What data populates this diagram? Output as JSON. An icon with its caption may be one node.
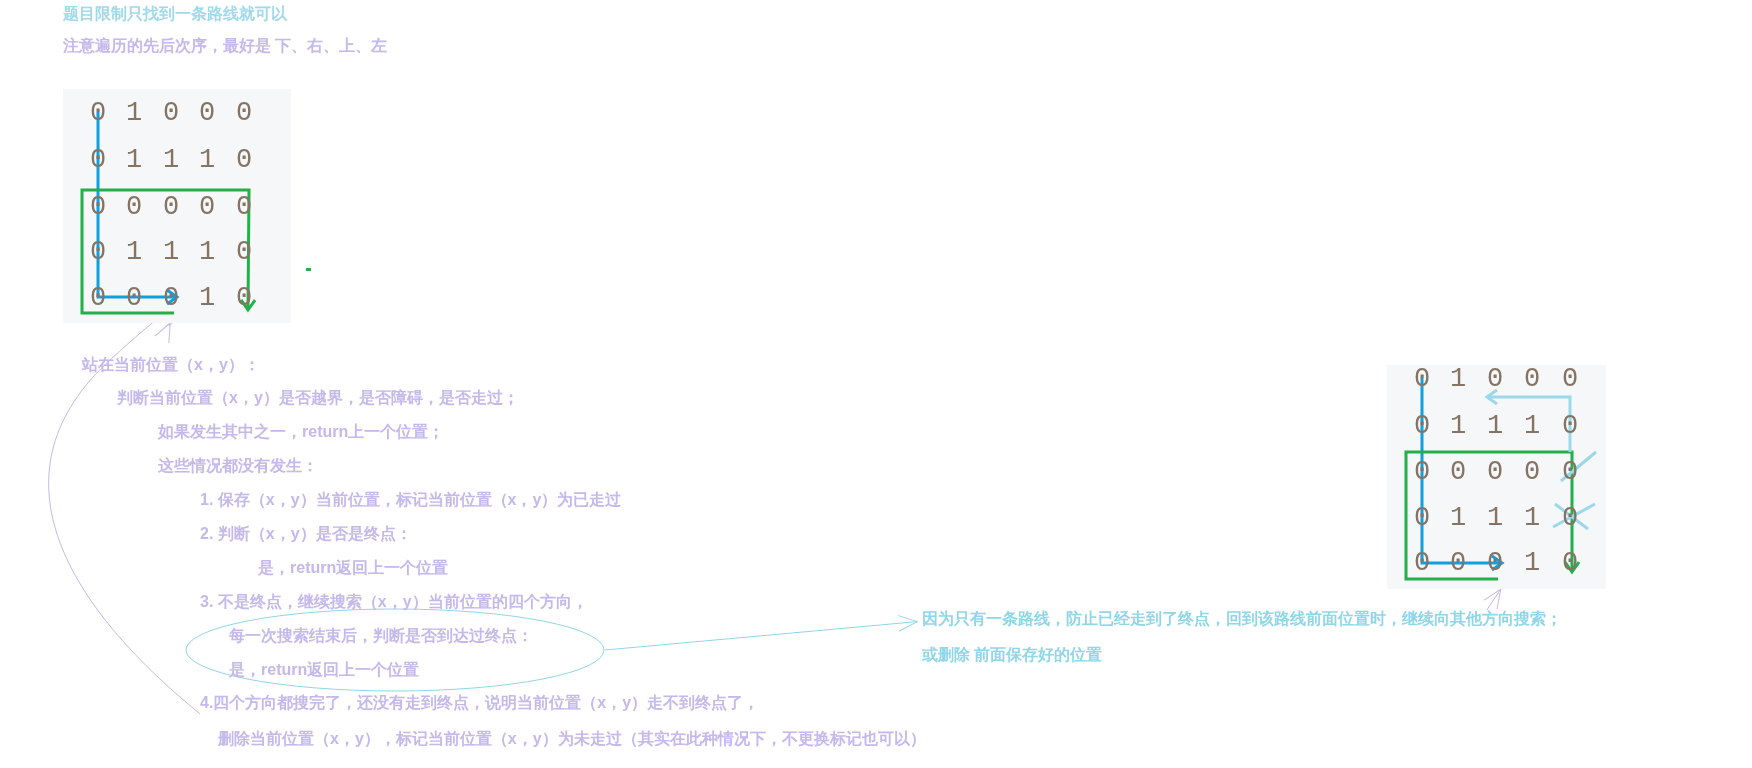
{
  "diagram": {
    "nodes": [
      {
        "text": [],
        "shape": "box"
      },
      {
        "text": [
          "4.四个方向都搜完了，还没有走到终点，说明当前位置（x，y）走不到终点了，"
        ]
      },
      {
        "text": [
          "每一次搜索结束后，判断是否到达过终点：",
          "是，return返回上一个位置"
        ]
      },
      {
        "text": [
          "因为只有一条路线，防止已经走到了终点，回到该路线前面位置时，继续向其他方向搜索；",
          "或删除 前面保存好的位置"
        ]
      },
      {
        "text": [],
        "shape": "box"
      }
    ],
    "edges": [
      {
        "from": 1,
        "to": 0,
        "arrow": "to",
        "color": "#c5b8ea"
      },
      {
        "from": 2,
        "to": 3,
        "arrow": "to",
        "color": "#8fd6e8"
      },
      {
        "from": 3,
        "to": 4,
        "arrow": "to",
        "color": "#c5b8ea"
      }
    ],
    "labels": [
      "题目限制只找到一条路线就可以",
      "注意遍历的先后次序，最好是 下、右、上、左",
      "0",
      "1",
      "0",
      "0",
      "0",
      "0",
      "1",
      "1",
      "1",
      "0",
      "0",
      "0",
      "0",
      "0",
      "0",
      "0",
      "1",
      "1",
      "1",
      "0",
      "0",
      "0",
      "0",
      "1",
      "0",
      "站在当前位置（x，y）：",
      "判断当前位置（x，y）是否越界，是否障碍，是否走过；",
      "如果发生其中之一，return上一个位置；",
      "这些情况都没有发生：",
      "1. 保存（x，y）当前位置，标记当前位置（x，y）为已走过",
      "2. 判断（x，y）是否是终点：",
      "是，return返回上一个位置",
      "3. 不是终点，继续搜索（x，y）当前位置的四个方向，",
      "删除当前位置（x，y），标记当前位置（x，y）为未走过（其实在此种情况下，不更换标记也可以）",
      "0",
      "1",
      "0",
      "0",
      "0",
      "0",
      "1",
      "1",
      "1",
      "0",
      "0",
      "0",
      "0",
      "0",
      "0",
      "0",
      "1",
      "1",
      "1",
      "0",
      "0",
      "0",
      "0",
      "1",
      "0"
    ]
  }
}
